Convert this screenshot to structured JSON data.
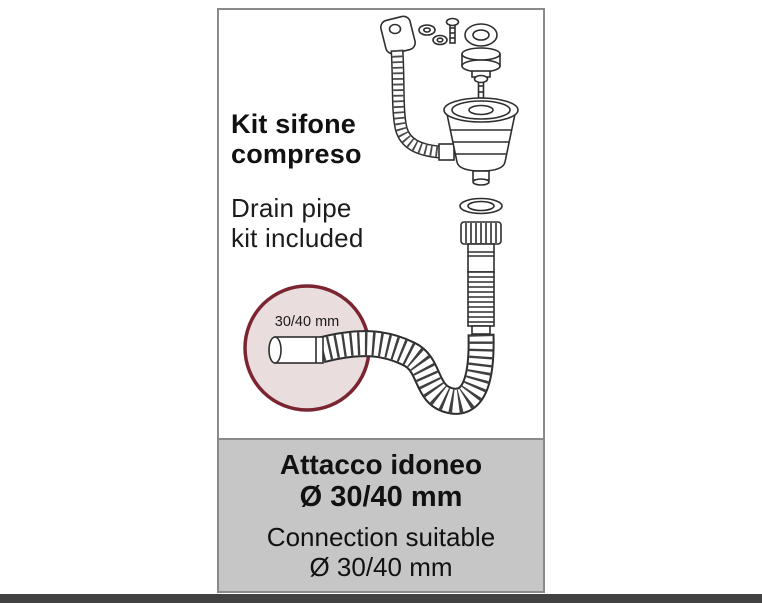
{
  "card": {
    "headline_it": {
      "line1": "Kit sifone",
      "line2": "compreso"
    },
    "headline_en": {
      "line1": "Drain pipe",
      "line2": "kit included"
    },
    "callout": {
      "label": "30/40 mm"
    },
    "footer": {
      "it_line1": "Attacco idoneo",
      "it_line2": "Ø 30/40 mm",
      "en_line1": "Connection suitable",
      "en_line2": "Ø 30/40 mm"
    },
    "illustration": {
      "parts": [
        "overflow-fitting",
        "overflow-hose",
        "ring-plug",
        "screw",
        "basket-strainer",
        "gasket",
        "tailpiece",
        "flexible-hose",
        "hose-end",
        "diameter-callout"
      ]
    }
  },
  "colors": {
    "callout_ring": "#7b2531",
    "callout_fill": "#e9dddd",
    "footer_bg": "#c6c6c6",
    "card_border": "#8a8a8a",
    "bottom_bar": "#424242",
    "line_art": "#2e2e2e"
  }
}
